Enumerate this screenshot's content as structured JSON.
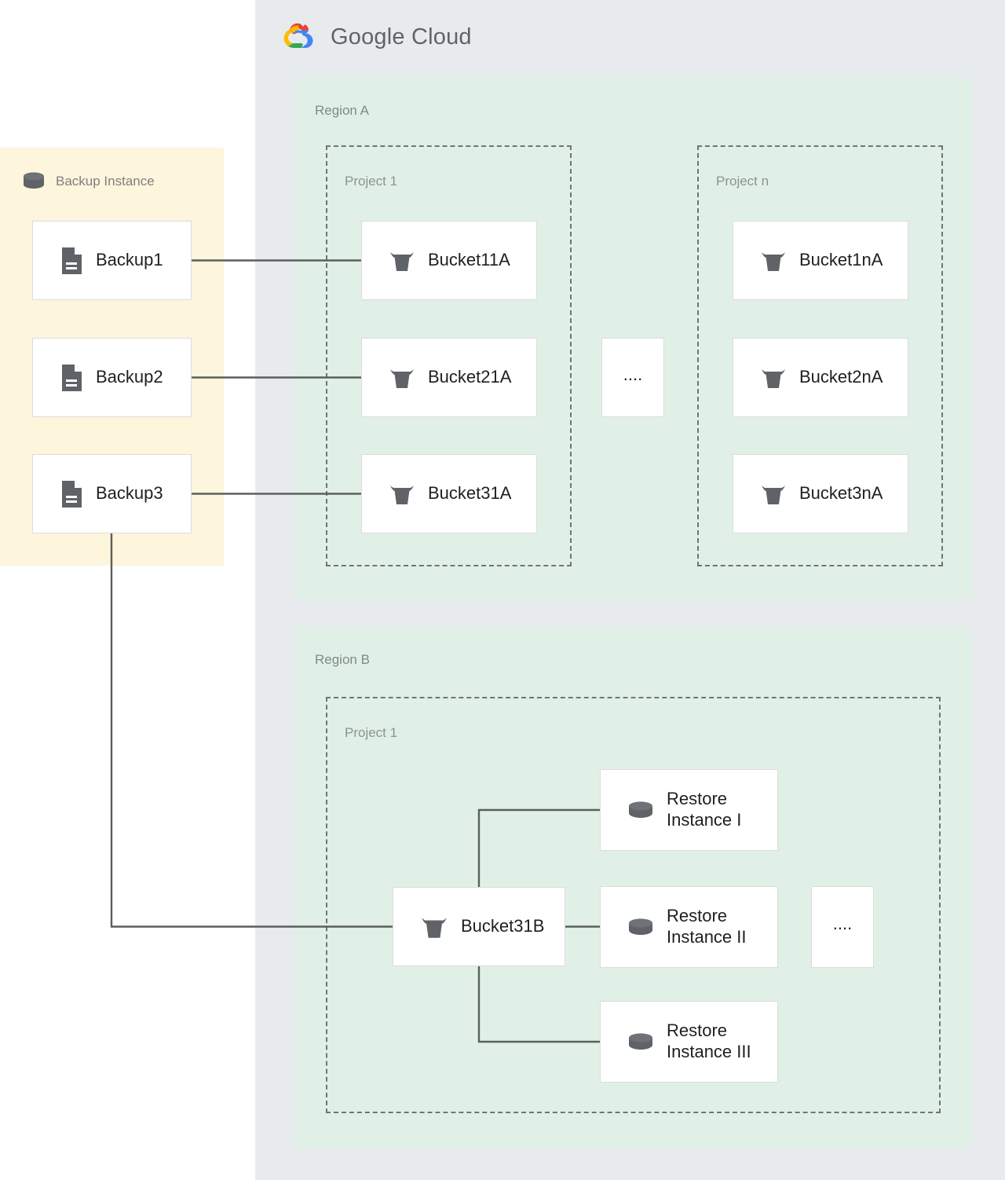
{
  "cloud": {
    "brand_label": "Google Cloud",
    "logo_icon": "google-cloud-logo-icon",
    "panel_color": "#E8EBEE",
    "logo_colors": {
      "red": "#EA4335",
      "yellow": "#FBBC04",
      "green": "#34A853",
      "blue": "#4285F4"
    }
  },
  "backup_instance": {
    "title": "Backup Instance",
    "icon": "database-cylinder-icon",
    "panel_color": "#FDF5DC",
    "items": [
      {
        "label": "Backup1",
        "icon": "document-icon"
      },
      {
        "label": "Backup2",
        "icon": "document-icon"
      },
      {
        "label": "Backup3",
        "icon": "document-icon"
      }
    ]
  },
  "regions": [
    {
      "label": "Region A",
      "panel_color": "#E1F0E6",
      "projects": [
        {
          "label": "Project 1",
          "nodes": [
            {
              "label": "Bucket11A",
              "icon": "storage-bucket-icon"
            },
            {
              "label": "Bucket21A",
              "icon": "storage-bucket-icon"
            },
            {
              "label": "Bucket31A",
              "icon": "storage-bucket-icon"
            }
          ]
        },
        {
          "label": "Project n",
          "nodes": [
            {
              "label": "Bucket1nA",
              "icon": "storage-bucket-icon"
            },
            {
              "label": "Bucket2nA",
              "icon": "storage-bucket-icon"
            },
            {
              "label": "Bucket3nA",
              "icon": "storage-bucket-icon"
            }
          ]
        }
      ],
      "ellipsis": "...."
    },
    {
      "label": "Region B",
      "panel_color": "#E1F0E6",
      "projects": [
        {
          "label": "Project 1",
          "bucket": {
            "label": "Bucket31B",
            "icon": "storage-bucket-icon"
          },
          "restore_instances": [
            {
              "label": "Restore\nInstance I",
              "icon": "database-cylinder-icon"
            },
            {
              "label": "Restore\nInstance II",
              "icon": "database-cylinder-icon"
            },
            {
              "label": "Restore\nInstance III",
              "icon": "database-cylinder-icon"
            }
          ],
          "ellipsis": "...."
        }
      ]
    }
  ],
  "connections": [
    {
      "from": "Backup1",
      "to": "Bucket11A"
    },
    {
      "from": "Backup2",
      "to": "Bucket21A"
    },
    {
      "from": "Backup3",
      "to": "Bucket31A"
    },
    {
      "from": "Backup3",
      "to": "Bucket31B"
    },
    {
      "from": "Bucket31B",
      "to": "Restore Instance I"
    },
    {
      "from": "Bucket31B",
      "to": "Restore Instance II"
    },
    {
      "from": "Bucket31B",
      "to": "Restore Instance III"
    }
  ],
  "connector_color": "#5A5F5C"
}
